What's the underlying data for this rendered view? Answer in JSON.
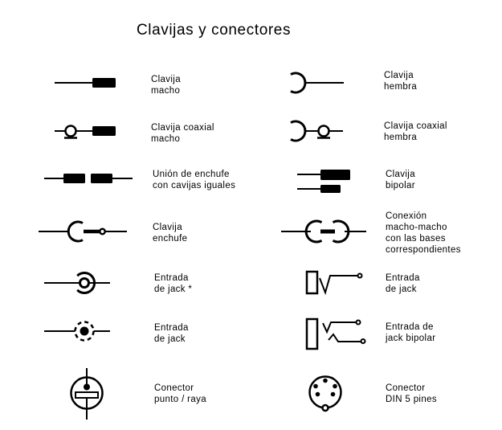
{
  "title": "Clavijas y conectores",
  "colors": {
    "ink": "#000000",
    "background": "#ffffff"
  },
  "entries": [
    {
      "id": "clavija-macho",
      "symbol": "male-plug",
      "lines": [
        "Clavija",
        "macho"
      ]
    },
    {
      "id": "clavija-coaxial-macho",
      "symbol": "coaxial-male-plug",
      "lines": [
        "Clavija coaxial",
        "macho"
      ]
    },
    {
      "id": "union-de-enchufe",
      "symbol": "equal-plug-union",
      "lines": [
        "Unión de enchufe",
        "con cavijas iguales"
      ]
    },
    {
      "id": "clavija-enchufe",
      "symbol": "plug-and-socket",
      "lines": [
        "Clavija",
        "enchufe"
      ]
    },
    {
      "id": "entrada-jack-asterisco",
      "symbol": "jack-input-open-ring",
      "lines": [
        "Entrada",
        "de jack *"
      ]
    },
    {
      "id": "entrada-jack-punto",
      "symbol": "jack-input-dashed-dot",
      "lines": [
        "Entrada",
        "de jack"
      ]
    },
    {
      "id": "conector-punto-raya",
      "symbol": "dot-dash-connector",
      "lines": [
        "Conector",
        "punto / raya"
      ]
    },
    {
      "id": "clavija-hembra",
      "symbol": "female-plug",
      "lines": [
        "Clavija",
        "hembra"
      ]
    },
    {
      "id": "clavija-coaxial-hembra",
      "symbol": "coaxial-female-plug",
      "lines": [
        "Clavija coaxial",
        "hembra"
      ]
    },
    {
      "id": "clavija-bipolar",
      "symbol": "bipolar-plug",
      "lines": [
        "Clavija",
        "bipolar"
      ]
    },
    {
      "id": "conexion-macho-macho",
      "symbol": "male-male-connection",
      "lines": [
        "Conexión",
        "macho-macho",
        "con las bases",
        "correspondientes"
      ]
    },
    {
      "id": "entrada-de-jack",
      "symbol": "jack-socket-switch",
      "lines": [
        "Entrada",
        "de jack"
      ]
    },
    {
      "id": "entrada-jack-bipolar",
      "symbol": "bipolar-jack-socket",
      "lines": [
        "Entrada de",
        "jack bipolar"
      ]
    },
    {
      "id": "conector-din-5",
      "symbol": "din-5-pin-connector",
      "lines": [
        "Conector",
        "DIN 5 pines"
      ]
    }
  ]
}
